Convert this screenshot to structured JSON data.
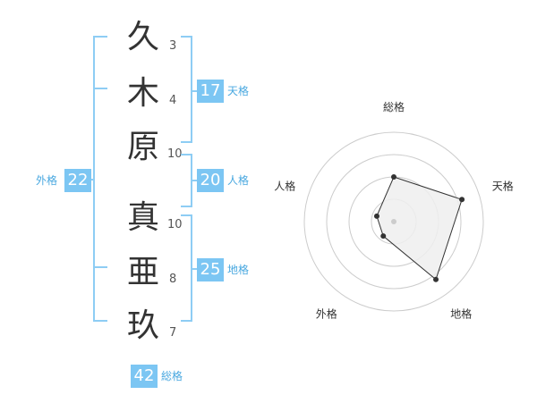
{
  "colors": {
    "accent": "#8ecdf4",
    "badge_bg": "#7cc6f3",
    "label_text": "#49a8e0",
    "char_text": "#333333"
  },
  "name": {
    "characters": [
      {
        "char": "久",
        "strokes": "3"
      },
      {
        "char": "木",
        "strokes": "4"
      },
      {
        "char": "原",
        "strokes": "10"
      },
      {
        "char": "真",
        "strokes": "10"
      },
      {
        "char": "亜",
        "strokes": "8"
      },
      {
        "char": "玖",
        "strokes": "7"
      }
    ]
  },
  "fortune": {
    "tenkaku": {
      "value": "17",
      "label": "天格"
    },
    "jinkaku": {
      "value": "20",
      "label": "人格"
    },
    "chikaku": {
      "value": "25",
      "label": "地格"
    },
    "gaikaku": {
      "value": "22",
      "label": "外格"
    },
    "soukaku": {
      "value": "42",
      "label": "総格"
    }
  },
  "chart_data": {
    "type": "radar",
    "axes": [
      "総格",
      "天格",
      "地格",
      "外格",
      "人格"
    ],
    "values": [
      0.5,
      0.8,
      0.8,
      0.2,
      0.2
    ],
    "rings": 4,
    "range": [
      0,
      1
    ]
  }
}
